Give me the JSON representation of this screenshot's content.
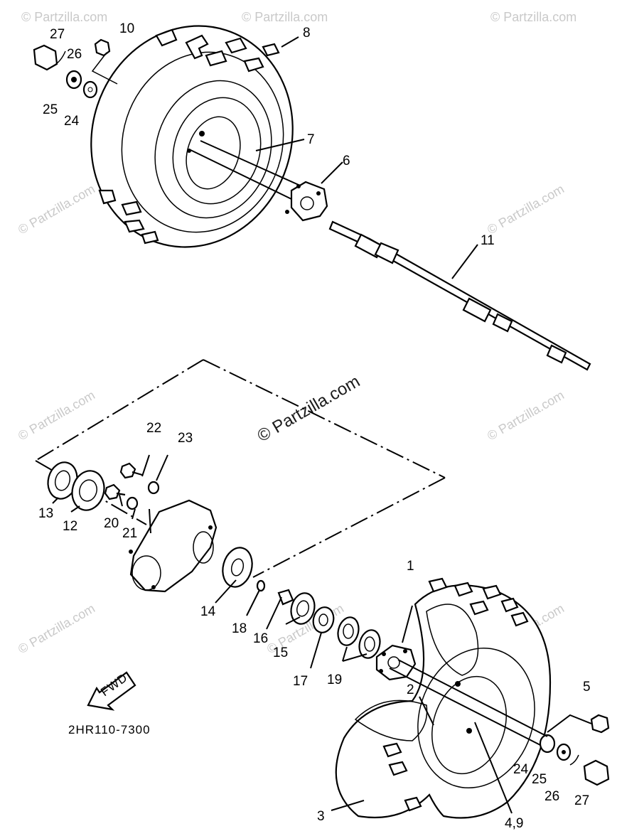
{
  "diagram": {
    "drawing_code": "2HR110-7300",
    "direction_label": "FWD",
    "watermark_center": "© Partzilla.com",
    "watermark_faint": "© Partzilla.com",
    "callouts": [
      {
        "id": "c1",
        "label": "1"
      },
      {
        "id": "c2",
        "label": "2"
      },
      {
        "id": "c3",
        "label": "3"
      },
      {
        "id": "c49",
        "label": "4,9"
      },
      {
        "id": "c5",
        "label": "5"
      },
      {
        "id": "c6",
        "label": "6"
      },
      {
        "id": "c7",
        "label": "7"
      },
      {
        "id": "c8",
        "label": "8"
      },
      {
        "id": "c10",
        "label": "10"
      },
      {
        "id": "c11",
        "label": "11"
      },
      {
        "id": "c12",
        "label": "12"
      },
      {
        "id": "c13",
        "label": "13"
      },
      {
        "id": "c14",
        "label": "14"
      },
      {
        "id": "c15",
        "label": "15"
      },
      {
        "id": "c16",
        "label": "16"
      },
      {
        "id": "c17",
        "label": "17"
      },
      {
        "id": "c18",
        "label": "18"
      },
      {
        "id": "c19",
        "label": "19"
      },
      {
        "id": "c20",
        "label": "20"
      },
      {
        "id": "c21",
        "label": "21"
      },
      {
        "id": "c22",
        "label": "22"
      },
      {
        "id": "c23",
        "label": "23"
      },
      {
        "id": "c24a",
        "label": "24"
      },
      {
        "id": "c25a",
        "label": "25"
      },
      {
        "id": "c26a",
        "label": "26"
      },
      {
        "id": "c27a",
        "label": "27"
      },
      {
        "id": "c24b",
        "label": "24"
      },
      {
        "id": "c25b",
        "label": "25"
      },
      {
        "id": "c26b",
        "label": "26"
      },
      {
        "id": "c27b",
        "label": "27"
      }
    ]
  }
}
